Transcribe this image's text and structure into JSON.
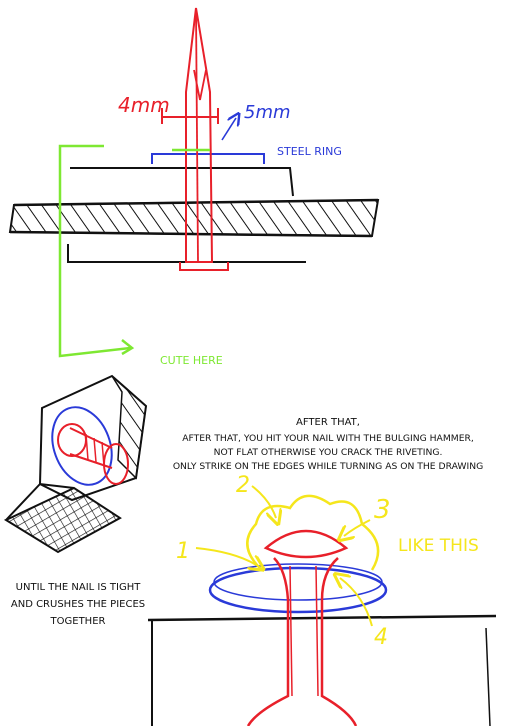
{
  "labels": {
    "dim_left": "4mm",
    "dim_right": "5mm",
    "steel_ring": "STEEL RING",
    "cut_here": "CUTE HERE",
    "after_title": "AFTER THAT,",
    "after_line1": "AFTER THAT, YOU HIT YOUR NAIL WITH THE BULGING HAMMER,",
    "after_line2": "NOT FLAT OTHERWISE YOU CRACK THE RIVETING.",
    "after_line3": "ONLY STRIKE ON THE EDGES WHILE TURNING AS ON THE DRAWING",
    "like_this": "LIKE THIS",
    "until_line1": "UNTIL THE NAIL IS TIGHT",
    "until_line2": "AND CRUSHES THE PIECES",
    "until_line3": "TOGETHER",
    "strike_1": "1",
    "strike_2": "2",
    "strike_3": "3",
    "strike_4": "4"
  },
  "colors": {
    "nail": "#e8202a",
    "ring": "#2a3ad8",
    "guide": "#7ee832",
    "strike": "#f5e61c",
    "ink": "#111111"
  }
}
